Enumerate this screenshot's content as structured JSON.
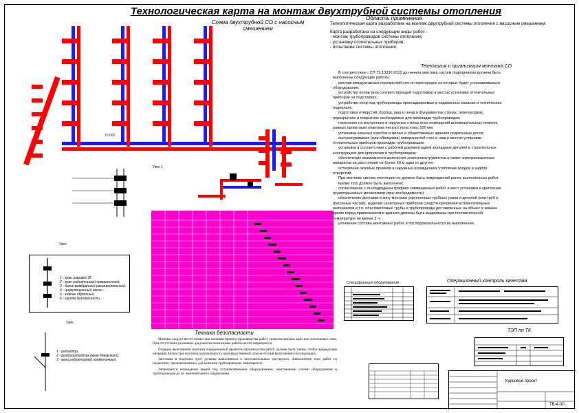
{
  "title": "Технологическая карта на монтаж двухтрубной системы отопления",
  "scheme_title": "Схема двухтрубной СО с насосным смешением",
  "elevation_label": "±0.000",
  "node1_label": "Узел 1",
  "node_label_a": "Узел",
  "node_label_b": "Узел",
  "scope": {
    "heading": "Область применения",
    "p1": "Технологическая карта разработана на монтаж двухтрубной системы отопления с насосным смешением.",
    "p2": "Карта разработана на следующие виды работ :",
    "items": [
      "- монтаж трубопроводов системы отопления;",
      "- установку отопительных приборов;",
      "- испытание системы отопления."
    ]
  },
  "tech": {
    "heading": "Технология и организация монтажа СО",
    "lines": [
      "В соответствии с СП 73.13330.2012 до начала монтажа систем подрядчиком должны быть",
      "выполнены следующие работы:",
      "монтаж междуэтажных перекрытий стен и перегородок на которых будет устанавливаться",
      "оборудование;",
      "устройство полов (или соответствующей подготовки) в местах установки отопительных",
      "приборов на подставках;",
      "устройство опор под трубопроводы прокладываемые в подпольных каналах и технических",
      "подпольях;",
      "подготовка отверстий, борозд, ниш и гнезд в фундаментах стенах, перегородках,",
      "перекрытиях и покрытиях необходимых для прокладки трубопроводов;",
      "нанесение на внутренних и наружных стенах всех помещений вспомогательных отметок,",
      "равных проектным отметкам чистого пола плюс 500 мм;",
      "установка оконных коробок в жилых и общественных зданиях подоконных досок;",
      "оштукатуривание (или облицовка) поверхностей стен и ниш в местах установки",
      "отопительных приборов прокладки трубопроводов;",
      "установка в соответствии с рабочей документацией закладных деталей в строительных",
      "конструкциях для крепления и трубопроводов;",
      "обеспечение возможности включения электроинструментов а также электросварочных",
      "аппаратов на расстоянии не более 50 м один от другого;",
      "остекление оконных проемов в наружных ограждениях утепление входов и задела",
      "отверстий.",
      "При монтаже систем отопления не должно быть повреждений ранее выполненных работ.",
      "Кроме того должно быть выполнено:",
      "согласование с генподрядным графика совмещенных работ и мест установки и крепления",
      "грузоподъемных механизмов (при необходимости);",
      "обеспечение доставки в зону монтажа укрупненных трубных узлов и деталей (или труб и",
      "фасонных частей), изделий санитарных приборов средств крепления вспомогательных",
      "материалов и т.п. пластмассовые трубы и трубопроводы доставленные на объект в зимнее",
      "время перед применением в зданиях должны быть выдержаны при положительной",
      "температуре не менее 2 ч;",
      "уточнение состава монтажных работ и последовательности их выполнения."
    ]
  },
  "safety": {
    "heading": "Техника безопасности",
    "paras": [
      "Монтаж следует вести только при наличии проекта производства работ, технологических карт или монтажных схем. При отсутствии указанных документов монтажные работы вести запрещается.",
      "Порядок выполнения монтажа определенный проектом производства работ, должен быть таким, чтобы предыдущая операция полностью исключала возможность производственной опасности при выполнении последующих.",
      "Заготовка и подгонка труб должны выполняться в заготовительных мастерских. Выполнение этих работ на подмостях, предназначенных для монтажа трубопроводов, запрещается.",
      "Запрещается нахождение людей под устанавливаемым оборудованием, монтажными узлами оборудования и трубопроводов до их окончательного закрепления."
    ]
  },
  "legend1": {
    "items": [
      "1 - кран шаровой Ø",
      "2 - кран радиаторный прямоточный;",
      "3 - бачок мембранный расширительный;",
      "4 - циркуляционный насос;",
      "5 - клапан обратный;",
      "6 - группа безопасности."
    ]
  },
  "legend2": {
    "items": [
      "1 - радиатор;",
      "2 - воздухоотводчик (кран Маевского);",
      "3 - кран радиаторный прямоточный."
    ]
  },
  "spec_heading": "Спецификация оборудования",
  "quality_heading": "Операционный контроль качества",
  "tep_heading": "ТЭП по ТК",
  "stamp": {
    "sheet_code": "ТВ-4-00",
    "project_name": "Курсовой проект"
  },
  "colors": {
    "supply": "#ff0000",
    "return": "#1a1aff",
    "schedule": "#ff00cc"
  }
}
